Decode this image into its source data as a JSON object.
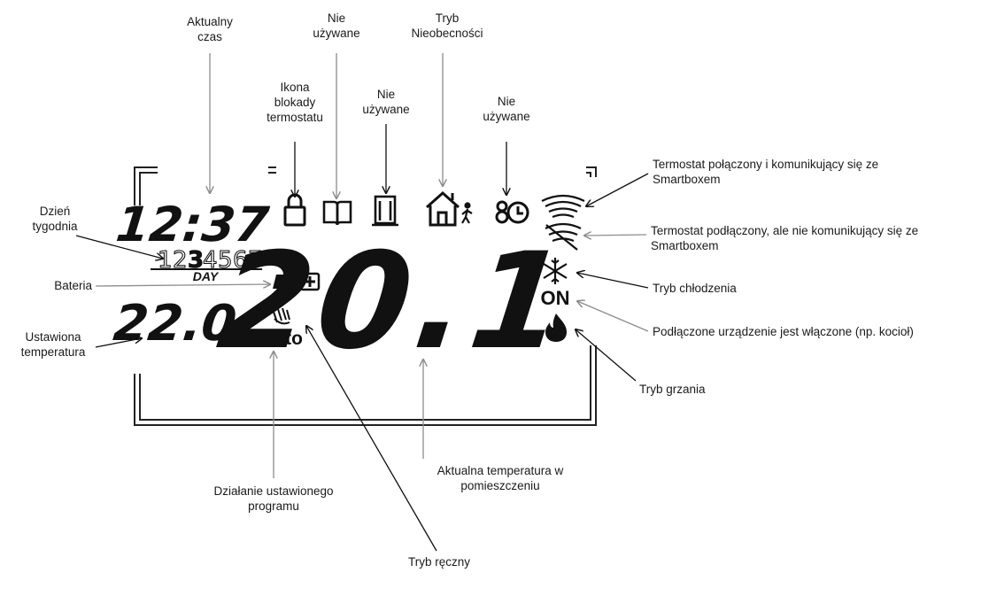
{
  "display": {
    "time": "12:37",
    "week_digits": [
      "1",
      "2",
      "3",
      "4",
      "5",
      "6",
      "7"
    ],
    "active_day": "3",
    "day_label": "DAY",
    "set_temperature": "22.0",
    "current_temperature": "20.1",
    "mode_auto": "Auto",
    "on_label": "ON"
  },
  "icons": {
    "lock": "lock-icon",
    "book": "book-icon",
    "window": "window-icon",
    "away": "house-person-icon",
    "clock": "clock-icon",
    "wifi_connected": "wifi-icon",
    "wifi_disconnected": "wifi-crossed-icon",
    "battery": "battery-icon",
    "hand": "hand-icon",
    "snowflake": "snowflake-icon",
    "flame": "flame-icon"
  },
  "labels": {
    "current_time": "Aktualny\nczas",
    "unused_1": "Nie\nużywane",
    "away_mode": "Tryb\nNieobecności",
    "lock": "Ikona\nblokady\ntermostatu",
    "unused_2": "Nie\nużywane",
    "unused_3": "Nie\nużywane",
    "wifi_connected": "Termostat połączony i komunikujący się ze\nSmartboxem",
    "wifi_disconnected": "Termostat podłączony, ale nie komunikujący się ze\nSmartboxem",
    "day_of_week": "Dzień\ntygodnia",
    "battery": "Bateria",
    "cooling": "Tryb chłodzenia",
    "device_on": "Podłączone urządzenie jest włączone (np. kocioł)",
    "set_temp": "Ustawiona\ntemperatura",
    "heating": "Tryb grzania",
    "program": "Działanie ustawionego\nprogramu",
    "room_temp": "Aktualna temperatura w\npomieszczeniu",
    "manual": "Tryb ręczny"
  },
  "colors": {
    "ink": "#1a1a1a",
    "arrow": "#8c8c8c"
  }
}
